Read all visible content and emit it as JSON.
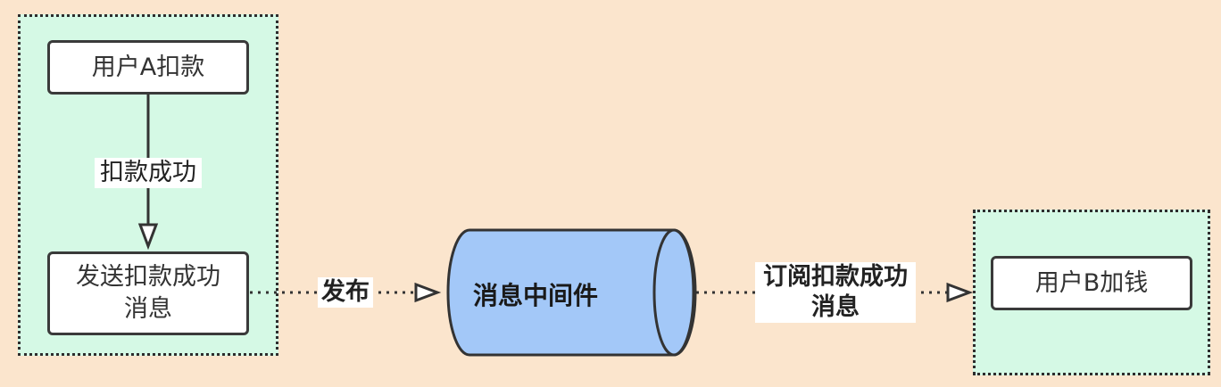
{
  "nodes": {
    "deduct": "用户A扣款",
    "send_message": {
      "line1": "发送扣款成功",
      "line2": "消息"
    },
    "middleware": "消息中间件",
    "add_money": "用户B加钱"
  },
  "edges": {
    "deduct_success": "扣款成功",
    "publish": "发布",
    "subscribe": {
      "line1": "订阅扣款成功",
      "line2": "消息"
    }
  },
  "colors": {
    "background": "#fbe5cd",
    "region_fill": "#d5f9e5",
    "cylinder_fill": "#a3c8f8",
    "line": "#333333"
  }
}
